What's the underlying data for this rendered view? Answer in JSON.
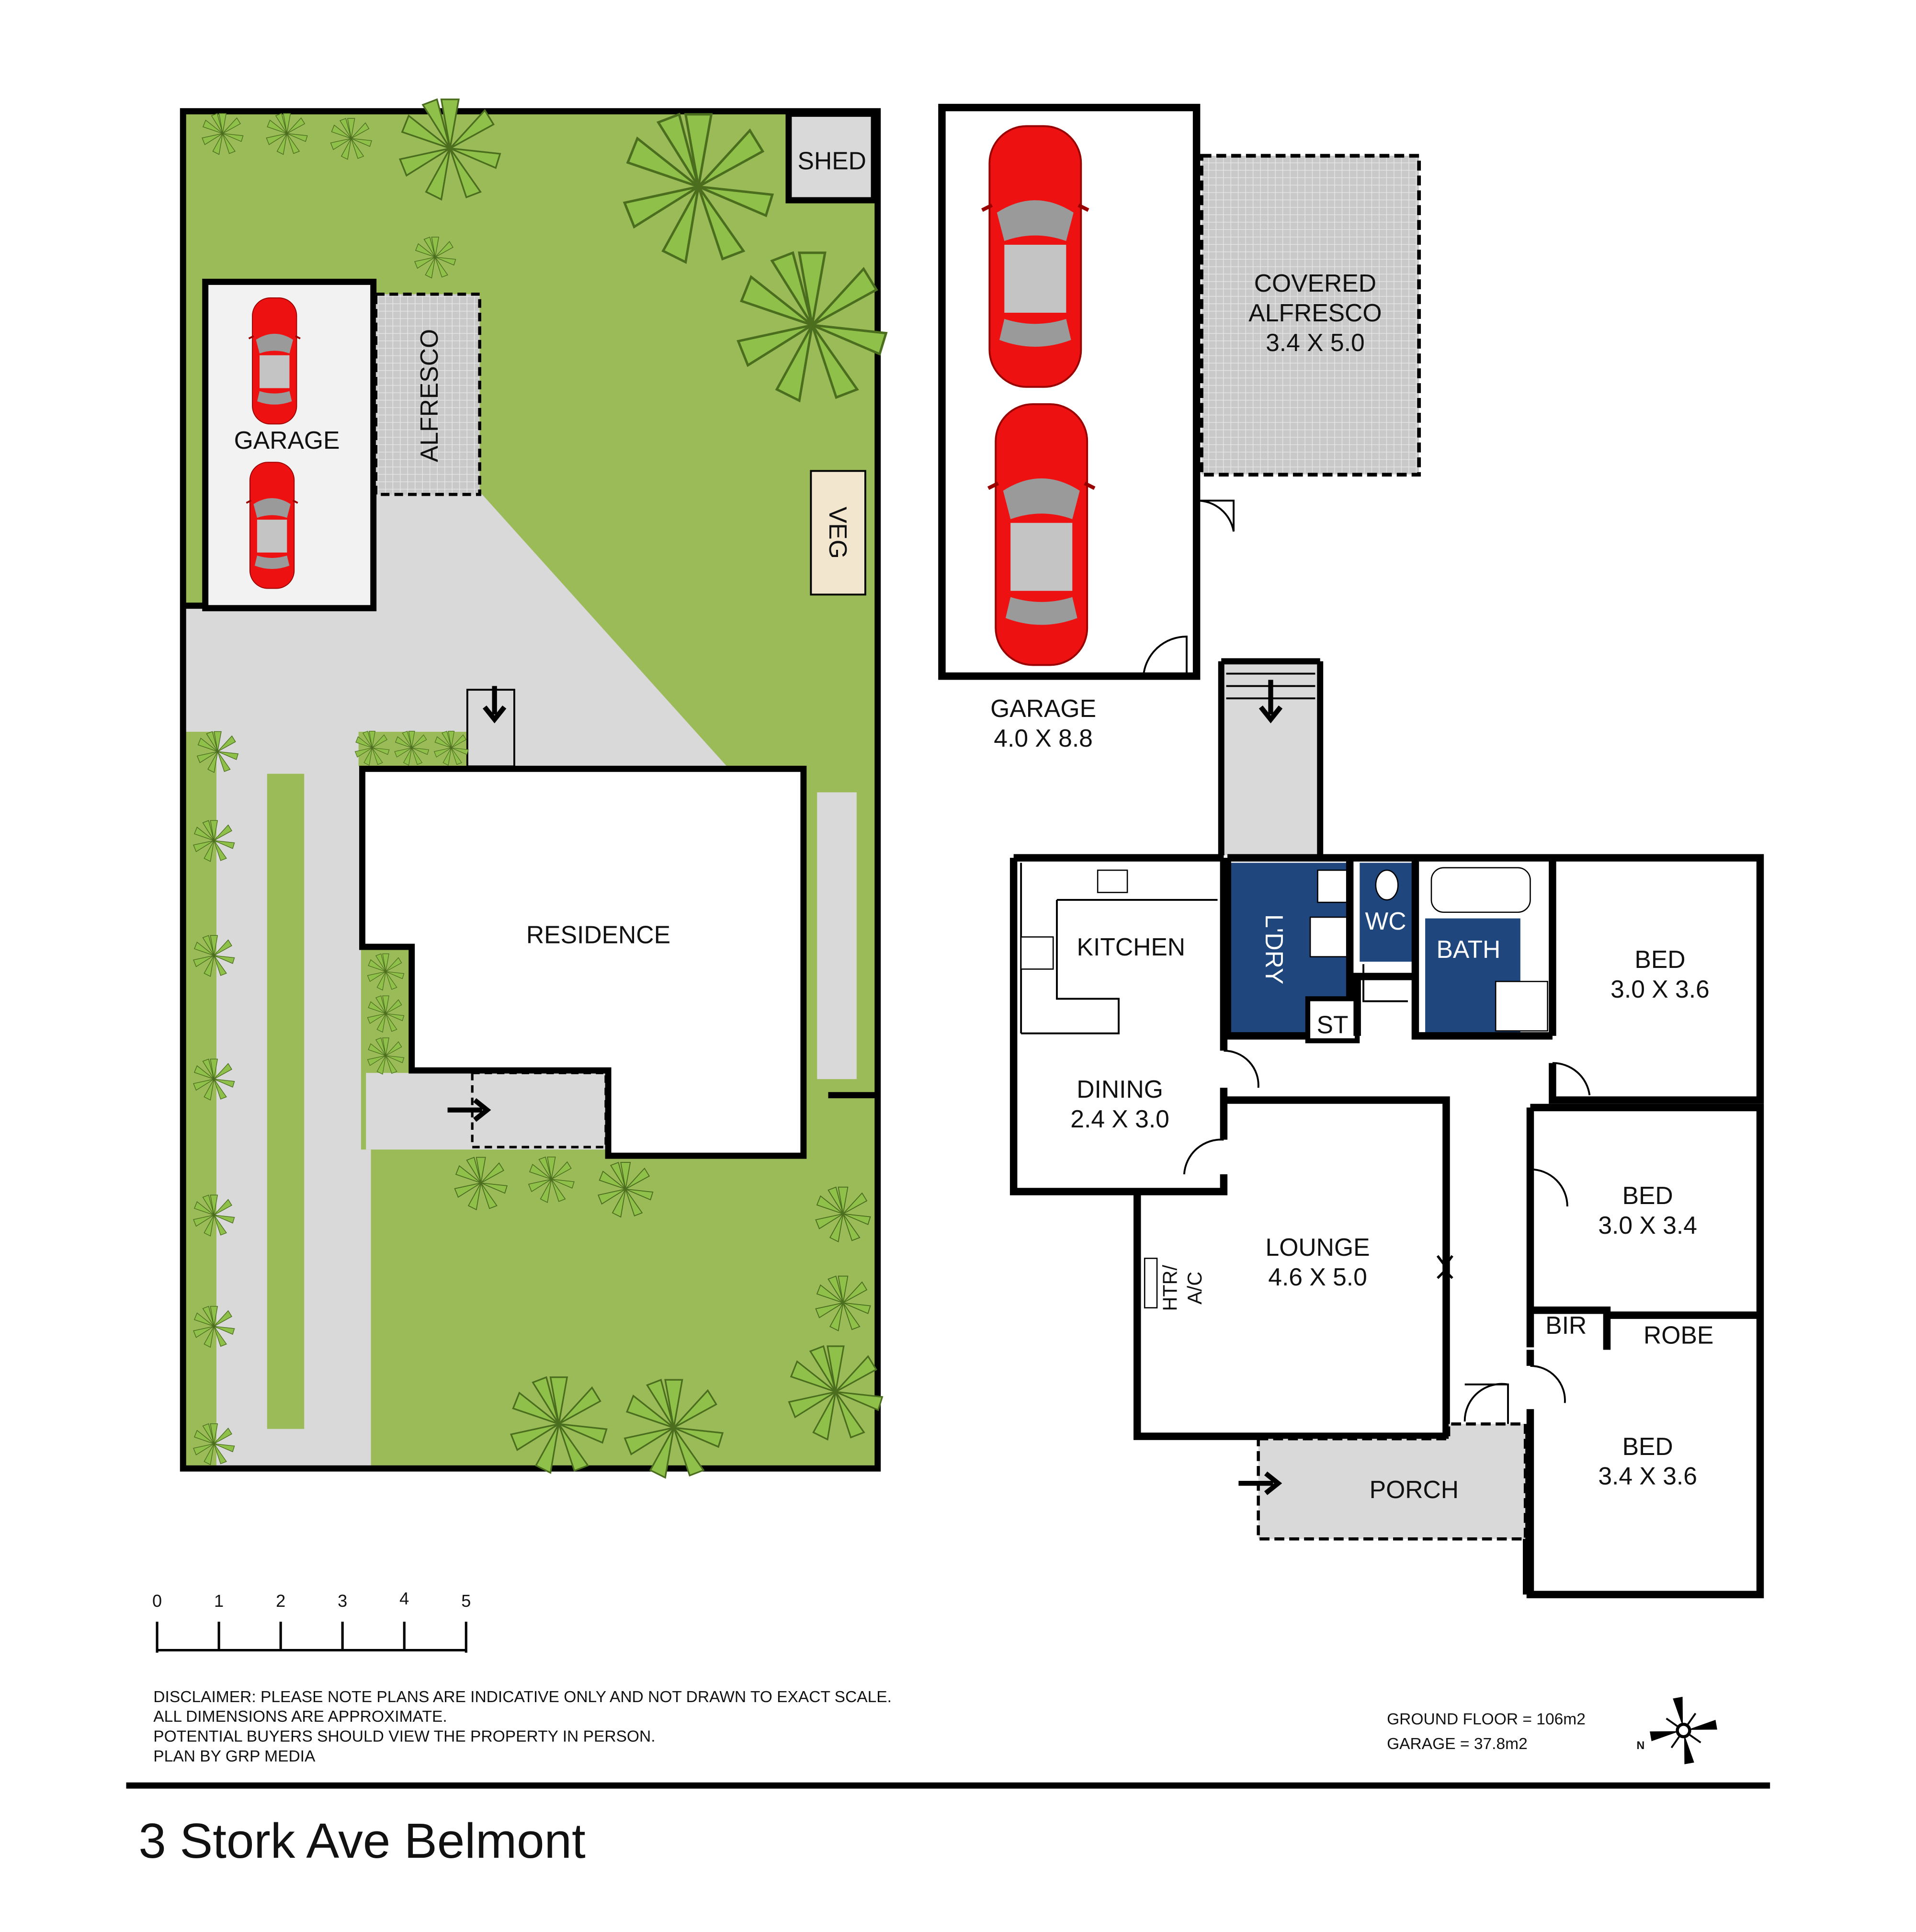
{
  "colors": {
    "lawn": "#9bbb59",
    "paving": "#d9d9d9",
    "wet_area": "#1f477d",
    "car": "#ee1111",
    "veg": "#f2e6cf",
    "floor": "#f2f2f2"
  },
  "site_plan": {
    "shed": "SHED",
    "garage": "GARAGE",
    "alfresco": "ALFRESCO",
    "veg": "VEG",
    "residence": "RESIDENCE"
  },
  "floor_plan": {
    "garage": {
      "name": "GARAGE",
      "size": "4.0 X 8.8"
    },
    "covered_alfresco": {
      "name1": "COVERED",
      "name2": "ALFRESCO",
      "size": "3.4 X 5.0"
    },
    "kitchen": "KITCHEN",
    "laundry": "L'DRY",
    "wc": "WC",
    "bath": "BATH",
    "store": "ST",
    "bed1": {
      "name": "BED",
      "size": "3.0 X 3.6"
    },
    "dining": {
      "name": "DINING",
      "size": "2.4 X 3.0"
    },
    "lounge": {
      "name": "LOUNGE",
      "size": "4.6 X 5.0"
    },
    "heater": {
      "line1": "HTR/",
      "line2": "A/C"
    },
    "bed2": {
      "name": "BED",
      "size": "3.0 X 3.4"
    },
    "bir": "BIR",
    "robe": "ROBE",
    "bed3": {
      "name": "BED",
      "size": "3.4 X 3.6"
    },
    "porch": "PORCH"
  },
  "scale_bar": {
    "ticks": [
      "0",
      "1",
      "2",
      "3",
      "4",
      "5"
    ]
  },
  "disclaimer": [
    "DISCLAIMER: PLEASE NOTE PLANS ARE INDICATIVE ONLY AND NOT DRAWN TO EXACT  SCALE.",
    "ALL DIMENSIONS ARE APPROXIMATE.",
    "POTENTIAL BUYERS SHOULD VIEW THE PROPERTY IN PERSON.",
    "PLAN BY GRP MEDIA"
  ],
  "areas": {
    "ground_floor": "GROUND FLOOR = 106m2",
    "garage": "GARAGE = 37.8m2"
  },
  "compass": {
    "label": "N"
  },
  "title": "3 Stork Ave Belmont"
}
